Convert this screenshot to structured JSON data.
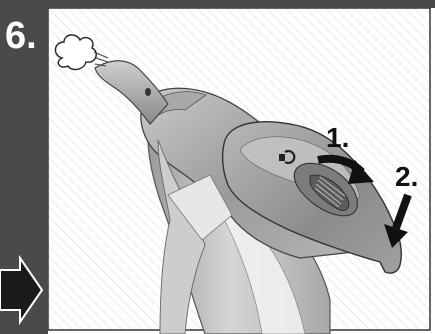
{
  "step": {
    "number": "6."
  },
  "callouts": {
    "first": "1.",
    "second": "2."
  },
  "colors": {
    "sidebar": "#4a4a4a",
    "step_text": "#ffffff",
    "callout_text": "#111111",
    "arrow": "#111111"
  },
  "icons": {
    "steam": "steam-cloud-icon",
    "rotate": "rotate-arrow-icon",
    "press": "press-down-arrow-icon",
    "next": "next-step-arrow-icon"
  }
}
